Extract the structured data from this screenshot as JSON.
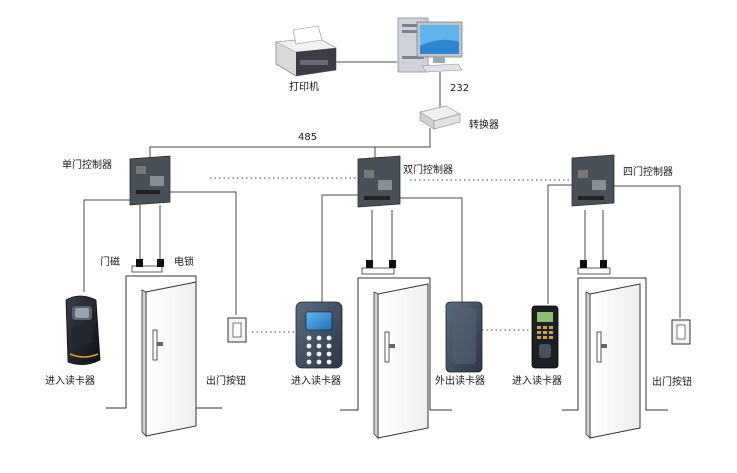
{
  "labels": {
    "printer": "打印机",
    "rs232": "232",
    "converter": "转换器",
    "rs485": "485",
    "single_door_controller": "单门控制器",
    "double_door_controller": "双门控制器",
    "four_door_controller": "四门控制器",
    "door_magnet": "门磁",
    "electric_lock": "电锁",
    "entry_reader_1": "进入读卡器",
    "exit_button_1": "出门按钮",
    "entry_reader_2": "进入读卡器",
    "exit_reader": "外出读卡器",
    "entry_reader_3": "进入读卡器",
    "exit_button_2": "出门按钮"
  }
}
